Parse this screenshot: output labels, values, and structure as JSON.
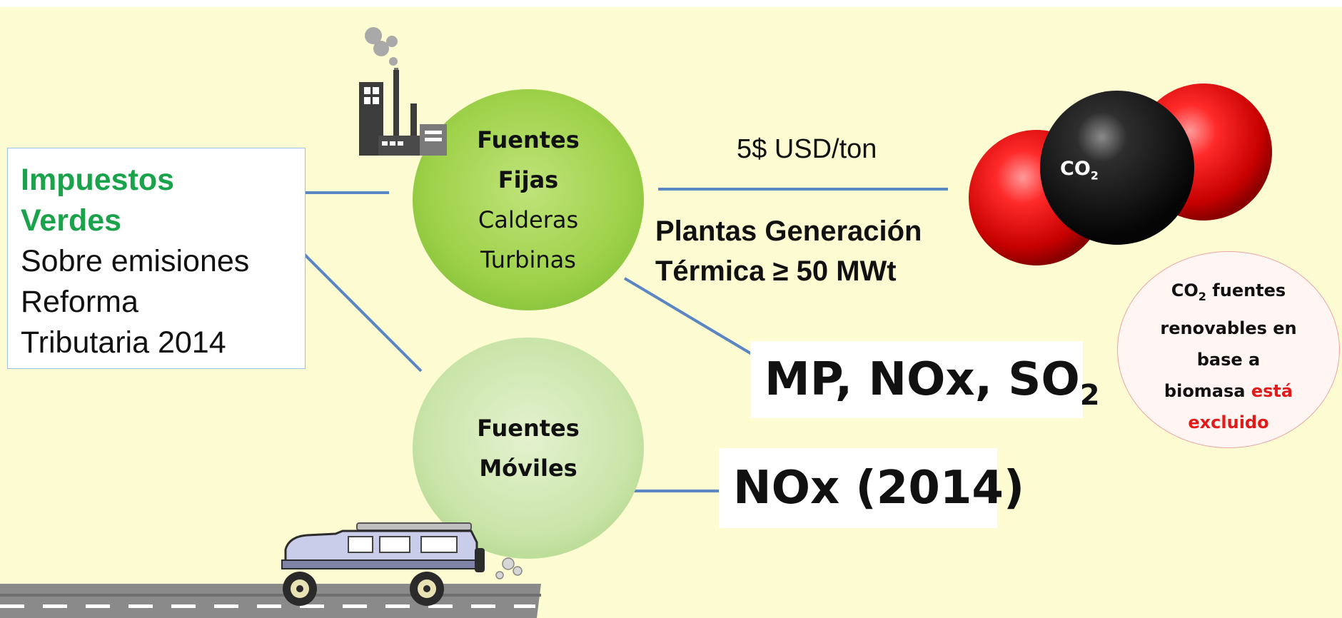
{
  "tax_box": {
    "title_line1": "Impuestos",
    "title_line2": "Verdes",
    "line3": "Sobre emisiones",
    "line4": "Reforma",
    "line5": "Tributaria 2014"
  },
  "fixed_sources": {
    "title_line1": "Fuentes",
    "title_line2": "Fijas",
    "item1": "Calderas",
    "item2": "Turbinas"
  },
  "mobile_sources": {
    "title_line1": "Fuentes",
    "title_line2": "Móviles"
  },
  "co2_branch": {
    "price": "5$ USD/ton",
    "plants_line1": "Plantas Generación",
    "plants_line2": "Térmica ≥ 50 MWt",
    "molecule_label": "CO",
    "molecule_subscript": "2"
  },
  "pollutants_fixed": {
    "text": "MP, NOx, SO",
    "subscript": "2"
  },
  "pollutants_mobile": {
    "text": "NOx (2014)"
  },
  "co2_note": {
    "co": "CO",
    "sub": "2",
    "line1_rest": " fuentes",
    "line2": "renovables en",
    "line3": "base a",
    "line4_a": "biomasa ",
    "line4_b": "está",
    "line5": "excluido"
  },
  "colors": {
    "background": "#fdfbd2",
    "connector": "#5b86c4",
    "green_text": "#1aa34a",
    "red_text": "#e11a1a",
    "fixed_circle": "#9fd24a",
    "mobile_circle": "#c9e4a8"
  },
  "icons": [
    "factory-icon",
    "smoke-icon",
    "co2-molecule-icon",
    "jeep-icon",
    "exhaust-icon",
    "road-icon"
  ]
}
